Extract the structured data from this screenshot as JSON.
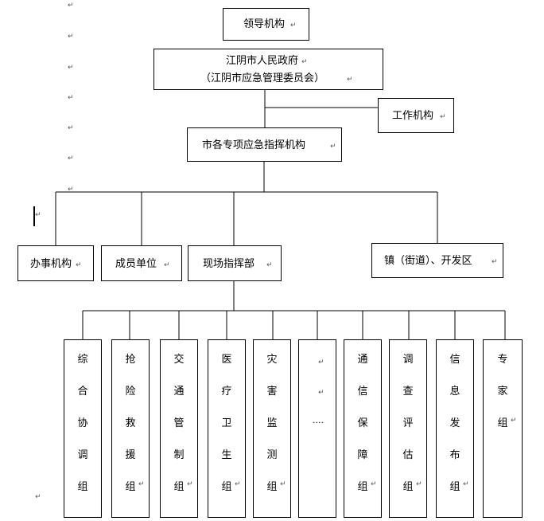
{
  "boxes": {
    "leader": "领导机构",
    "gov": [
      "江阴市人民政府",
      "（江阴市应急管理委员会）"
    ],
    "work": "工作机构",
    "command": "市各专项应急指挥机构",
    "office": "办事机构",
    "member": "成员单位",
    "site": "现场指挥部",
    "town": "镇（街道）、开发区"
  },
  "groups": [
    "综合协调组",
    "抢险救援组",
    "交通管制组",
    "医疗卫生组",
    "灾害监测组",
    "....",
    "通信保障组",
    "调查评估组",
    "信息发布组",
    "专家组"
  ],
  "marks": {
    "return": "↵"
  }
}
